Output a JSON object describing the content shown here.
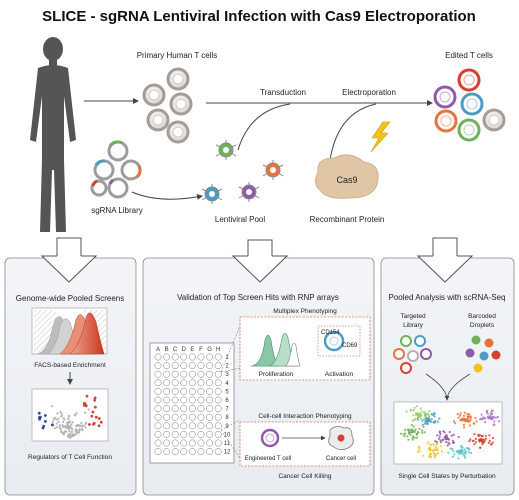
{
  "title": "SLICE - sgRNA Lentiviral Infection with Cas9 Electroporation",
  "top": {
    "primary_cells": "Primary Human T cells",
    "edited_cells": "Edited T cells",
    "transduction": "Transduction",
    "electroporation": "Electroporation",
    "sgrna_library": "sgRNA Library",
    "lentiviral_pool": "Lentiviral Pool",
    "cas9": "Cas9",
    "recombinant_protein": "Recombinant Protein"
  },
  "panel_left": {
    "title": "Genome-wide Pooled Screens",
    "facs": "FACS-based Enrichment",
    "regulators": "Regulators of T Cell Function"
  },
  "panel_mid": {
    "title": "Validation of Top Screen Hits with RNP arrays",
    "multiplex": "Multiplex Phenotyping",
    "proliferation": "Proliferation",
    "activation": "Activation",
    "cd154": "CD154",
    "cd69": "CD69",
    "cell_interaction": "Cell-cell Interaction Phenotyping",
    "engineered": "Engineered T cell",
    "cancer_cell": "Cancer cell",
    "killing": "Cancer Cell Killing",
    "plate_cols": [
      "A",
      "B",
      "C",
      "D",
      "E",
      "F",
      "G",
      "H"
    ],
    "plate_rows": [
      "1",
      "2",
      "3",
      "4",
      "5",
      "6",
      "7",
      "8",
      "9",
      "10",
      "11",
      "12"
    ]
  },
  "panel_right": {
    "title": "Pooled Analysis with scRNA-Seq",
    "targeted_line1": "Targeted",
    "targeted_line2": "Library",
    "barcoded_line1": "Barcoded",
    "barcoded_line2": "Droplets",
    "single_cell": "Single Cell States by Perturbation"
  },
  "colors": {
    "panel_bg": "#eef1f5",
    "cell_ring": "#b9b0ab",
    "red": "#d6402e",
    "green": "#6fb15a",
    "purple": "#8f5aa6",
    "blue": "#4d9bc2",
    "orange": "#e6733b",
    "cas9": "#e0c6a4",
    "bolt": "#f2c31b"
  }
}
